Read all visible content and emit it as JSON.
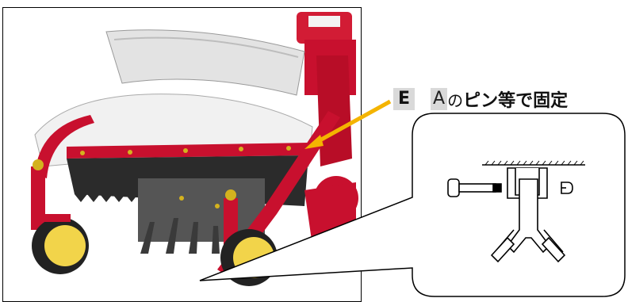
{
  "callout": {
    "letter": "E",
    "ref": "A",
    "particle": "の",
    "action": "ピン等で固定"
  },
  "colors": {
    "machine_red": "#c8102e",
    "arrow": "#f4b400",
    "wheel_yellow": "#f2d44a"
  },
  "icons": [
    "machine-illustration",
    "pin-detail-diagram",
    "arrow-icon"
  ]
}
